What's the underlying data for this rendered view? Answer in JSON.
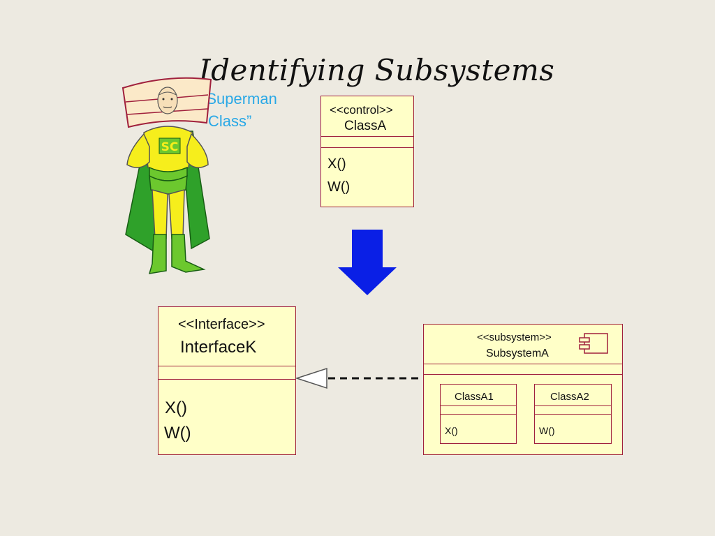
{
  "title": "Identifying Subsystems",
  "caption": {
    "line1": "“Superman",
    "line2": "Class”"
  },
  "class_a": {
    "stereotype": "<<control>>",
    "name": "ClassA",
    "ops": [
      "X()",
      "W()"
    ]
  },
  "interface_k": {
    "stereotype": "<<Interface>>",
    "name": "InterfaceK",
    "ops": [
      "X()",
      "W()"
    ]
  },
  "subsystem_a": {
    "stereotype": "<<subsystem>>",
    "name": "SubsystemA",
    "class_a1": {
      "name": "ClassA1",
      "op": "X()"
    },
    "class_a2": {
      "name": "ClassA2",
      "op": "W()"
    }
  },
  "superhero_badge": "SC",
  "colors": {
    "border": "#a0203c",
    "fill": "#ffffc8",
    "arrow": "#0a1fe6",
    "caption": "#29a8e6",
    "background": "#edeae1"
  }
}
